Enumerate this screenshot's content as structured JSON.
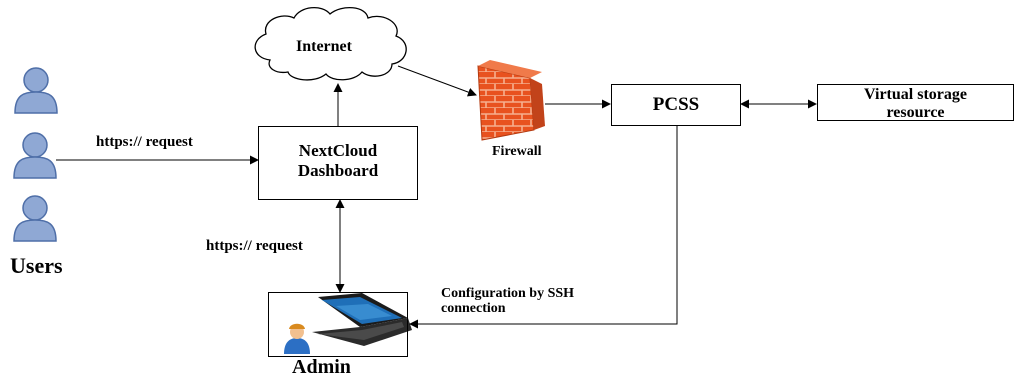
{
  "nodes": {
    "internet": "Internet",
    "dashboard_line1": "NextCloud",
    "dashboard_line2": "Dashboard",
    "firewall": "Firewall",
    "pcss": "PCSS",
    "storage_line1": "Virtual storage",
    "storage_line2": "resource",
    "users": "Users",
    "admin": "Admin"
  },
  "edges": {
    "users_to_dashboard": "https:// request",
    "admin_to_dashboard": "https:// request",
    "pcss_to_admin_line1": "Configuration by SSH",
    "pcss_to_admin_line2": "connection"
  },
  "colors": {
    "user_icon_fill": "#8fa8d4",
    "user_icon_stroke": "#4f6fa8",
    "firewall_brick": "#e8521f",
    "firewall_mortar": "#f6b08f",
    "laptop_screen": "#1f6fb8",
    "laptop_body": "#1b1b1b",
    "admin_avatar_shirt": "#2c6fc4",
    "admin_avatar_skin": "#f2c08f"
  }
}
